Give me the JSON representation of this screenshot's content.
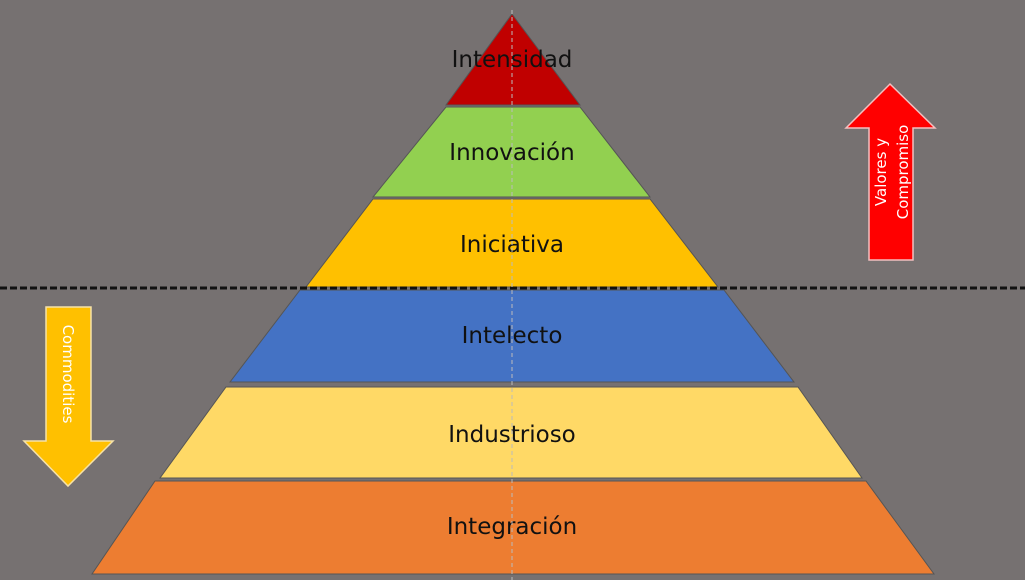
{
  "pyramid": {
    "levels": [
      {
        "label": "Intensidad",
        "color": "#C00000"
      },
      {
        "label": "Innovación",
        "color": "#92D050"
      },
      {
        "label": "Iniciativa",
        "color": "#FFC000"
      },
      {
        "label": "Intelecto",
        "color": "#4472C4"
      },
      {
        "label": "Industrioso",
        "color": "#FFD966"
      },
      {
        "label": "Integración",
        "color": "#ED7D31"
      }
    ]
  },
  "arrows": {
    "up": {
      "line1": "Valores y",
      "line2": "Compromiso",
      "color": "#FF0000"
    },
    "down": {
      "label": "Commodities",
      "color": "#FFC000"
    }
  },
  "colors": {
    "background": "#767171"
  }
}
